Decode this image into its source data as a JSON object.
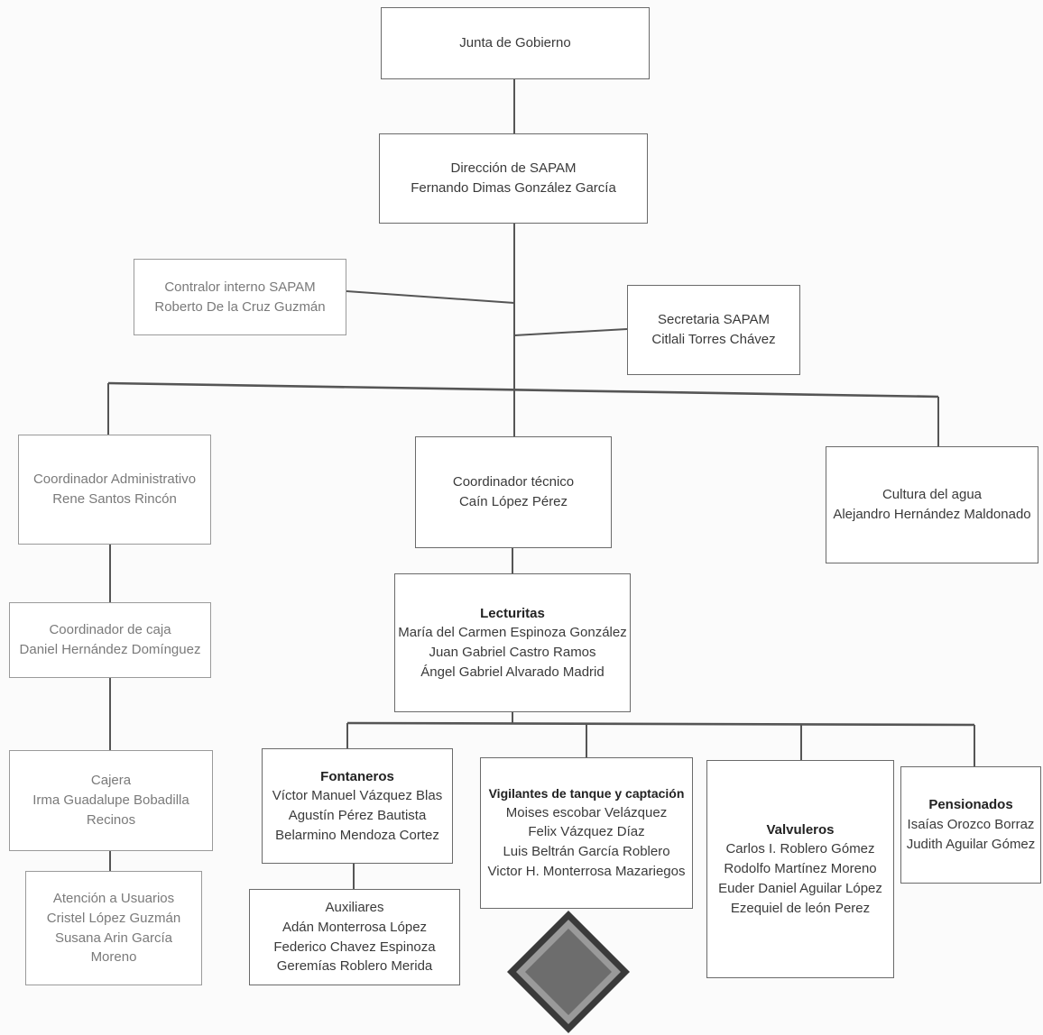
{
  "boxes": {
    "junta": {
      "lines": [
        "Junta de Gobierno"
      ]
    },
    "direccion": {
      "lines": [
        "Dirección de SAPAM",
        "Fernando Dimas González García"
      ]
    },
    "contralor": {
      "lines": [
        "Contralor interno SAPAM",
        "Roberto De la Cruz Guzmán"
      ]
    },
    "secretaria": {
      "lines": [
        "Secretaria SAPAM",
        "Citlali Torres Chávez"
      ]
    },
    "coord_admin": {
      "lines": [
        "Coordinador Administrativo",
        "Rene Santos Rincón"
      ]
    },
    "coord_tecnico": {
      "lines": [
        "Coordinador técnico",
        "Caín López Pérez"
      ]
    },
    "cultura": {
      "lines": [
        "Cultura del agua",
        "Alejandro Hernández Maldonado"
      ]
    },
    "coord_caja": {
      "lines": [
        "Coordinador de caja",
        "Daniel Hernández Domínguez"
      ]
    },
    "lecturistas": {
      "title": "Lecturitas",
      "lines": [
        "María del Carmen Espinoza González",
        "Juan Gabriel Castro Ramos",
        "Ángel Gabriel Alvarado Madrid"
      ]
    },
    "cajera": {
      "lines": [
        "Cajera",
        "Irma Guadalupe Bobadilla",
        "Recinos"
      ]
    },
    "atencion": {
      "lines": [
        "Atención a Usuarios",
        "Cristel López Guzmán",
        "Susana Arin García",
        "Moreno"
      ]
    },
    "fontaneros": {
      "title": "Fontaneros",
      "lines": [
        "Víctor Manuel Vázquez Blas",
        "Agustín Pérez Bautista",
        "Belarmino Mendoza Cortez"
      ]
    },
    "auxiliares": {
      "lines": [
        "Auxiliares",
        "Adán Monterrosa López",
        "Federico Chavez Espinoza",
        "Geremías Roblero Merida"
      ]
    },
    "vigilantes": {
      "title": "Vigilantes de tanque y captación",
      "lines": [
        "Moises escobar Velázquez",
        "Felix Vázquez Díaz",
        "Luis Beltrán García Roblero",
        "Victor H. Monterrosa Mazariegos"
      ]
    },
    "valvuleros": {
      "title": "Valvuleros",
      "lines": [
        "Carlos I. Roblero Gómez",
        "Rodolfo Martínez Moreno",
        "Euder Daniel Aguilar López",
        "Ezequiel de león Perez"
      ]
    },
    "pensionados": {
      "title": "Pensionados",
      "lines": [
        "Isaías Orozco Borraz",
        "Judith Aguilar Gómez"
      ]
    }
  }
}
